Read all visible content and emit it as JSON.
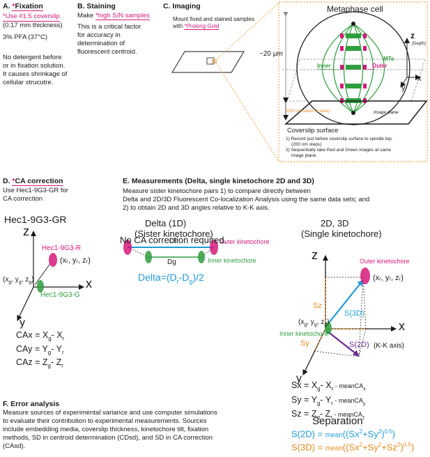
{
  "colors": {
    "pink": "#d6197a",
    "green": "#2e9e3e",
    "blue": "#1f9ad6",
    "orange": "#e88a1e",
    "purple": "#6b2c91",
    "gray": "#8c8c8c"
  },
  "A": {
    "letter": "A.",
    "star": "*",
    "title": "Fixation",
    "use": "*Use #1.5 coverslip",
    "thickness": "(0.17 mm thickness)",
    "pfa": "3% PFA (37°C)",
    "note": [
      "No detergent before",
      "or in fixation solution.",
      "It causes shrinkage of",
      "cellular strucutre."
    ]
  },
  "B": {
    "title": "B. Staining",
    "make": "Make ",
    "make_pink": "*high S/N samples",
    "lines": [
      "This is a critical factor",
      "for accuracy in",
      "determination of",
      "fluorescent centroid."
    ]
  },
  "C": {
    "title": "C. Imaging",
    "mount1": "Mount fixed and stained samples",
    "mount2": "with ",
    "mount2_pink": "*Prolong Gold",
    "metaphase": "Metaphase cell",
    "size": "~20 μm",
    "z": "z",
    "depth": "(Depth)",
    "mts": "MTs",
    "inner": "Inner",
    "outer": "Outer",
    "y": "y",
    "x": "x",
    "steps": "200 nm steps (z-axis)",
    "image_plane": "Image plane",
    "coverslip": "Coverslip surface",
    "r1a": "1) Record just before coverslip surface to spindle top.",
    "r1b": "(200 nm steps)",
    "r2a": "2) Sequentially take Red and Green images at same",
    "r2b": "image plane."
  },
  "D": {
    "letter": "D. ",
    "star": "*",
    "title": "CA correction",
    "use1": "Use Hec1-9G3-GR for",
    "use2": "CA correction",
    "name": "Hec1-9G3-GR",
    "z": "z",
    "x": "x",
    "y": "y",
    "red": "Hec1-9G3-R",
    "green": "Hec1-9G3-G",
    "rcoord": "(xᵣ, yᵣ, zᵣ)",
    "gcoord": "(x",
    "cax": "CAx = X",
    "cay": "CAy = Y",
    "caz": "CAz = Z"
  },
  "E": {
    "title": "E. Measurements (Delta, single kinetochore 2D and 3D)",
    "l1": "Measure sister kinetochore pairs 1) to compare directly between",
    "l2": "Delta and 2D/3D Fluorescent Co-localization Analysis using the same data sets; and",
    "l3": "2) to obtain 2D and 3D angles relative to K-K axis.",
    "delta_title": "Delta (1D)",
    "delta_sub": "(Sister kinetochore)",
    "no_ca": "No CA correction required.",
    "dr": "Dr",
    "dg": "Dg",
    "outer_k": "Outer kinetochore",
    "inner_k": "Inner kinetochore",
    "delta_eq": "Delta=(D",
    "sk_title": "2D, 3D",
    "sk_sub": "(Single kinetochore)",
    "z": "z",
    "x": "x",
    "y": "y",
    "sz": "Sz",
    "sy": "Sy",
    "s3d": "S(3D)",
    "s2d": "S(2D)",
    "kk": "(K-K axis)",
    "sx_eq": "Sx = X",
    "sy_eq": "Sy = Y",
    "sz_eq": "Sz = Z",
    "mean_ca": " - meanCA",
    "separation": "Separation",
    "s2d_eq": "S(2D) = ",
    "s3d_eq": "S(3D) = ",
    "mean": "mean"
  },
  "F": {
    "title": "F. Error analysis",
    "lines": [
      "Measure sources of experimental variance and use computer simulations",
      "to evaluate their contribution to experimental measurements. Sources",
      "include embedding media, coverslip thickness, kinetochore tilt, fixation",
      "methods, SD in centroid determination (CDsd), and SD in CA correction",
      "(CAsd)."
    ]
  }
}
